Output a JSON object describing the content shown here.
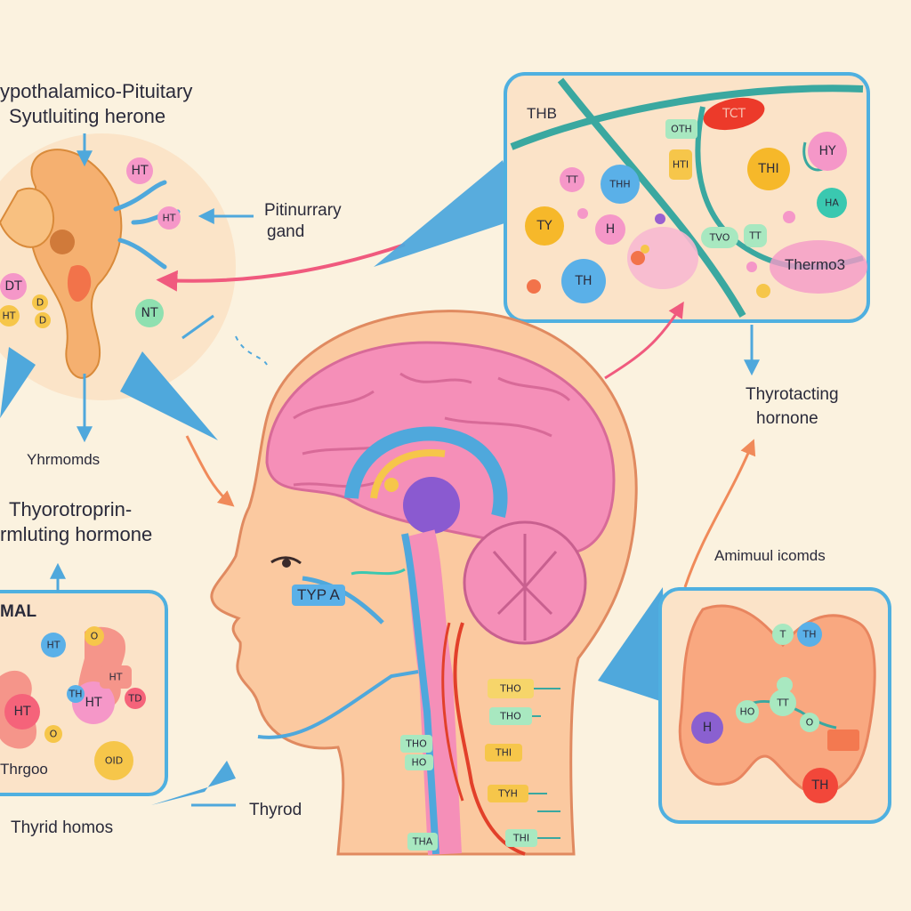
{
  "labels": {
    "hypothalamic_1": "ypothalamico-Pituitary",
    "hypothalamic_2": "Syutluiting herone",
    "pituitary_1": "Pitinurrary",
    "pituitary_2": "gand",
    "yhrmomds": "Yhrmomds",
    "thyrotropin_1": "Thyorotroprin-",
    "thyrotropin_2": "rmluting hormone",
    "mal": "MAL",
    "thrgoo": "Thrgoo",
    "thyrid_homos": "Thyrid homos",
    "thyrod": "Thyrod",
    "thyrotacting_1": "Thyrotacting",
    "thyrotacting_2": "hornone",
    "amimuul": "Amimuul icomds",
    "thb": "THB",
    "thermos": "Thermo3",
    "typa": "TYP A"
  },
  "molecules": {
    "top_left": [
      "HT",
      "HT",
      "DT",
      "HT",
      "D",
      "D",
      "NT"
    ],
    "top_right": [
      "TCT",
      "OTH",
      "HTI",
      "TT",
      "THH",
      "THI",
      "HY",
      "TY",
      "H",
      "TH",
      "TVO",
      "TT",
      "HA"
    ],
    "bottom_left": [
      "HT",
      "HT",
      "HT",
      "HT",
      "O",
      "TD",
      "O",
      "OID",
      "TH"
    ],
    "bottom_right": [
      "T",
      "TH",
      "H",
      "HO",
      "TT",
      "O",
      "TH"
    ],
    "neck": [
      "THO",
      "THO",
      "THO",
      "THI",
      "HO",
      "TYH",
      "THA",
      "THI"
    ]
  },
  "colors": {
    "background": "#fbf2df",
    "panel_border": "#4fb0e0",
    "arrow_blue": "#4fa8dc",
    "arrow_pink": "#f05a7e",
    "brain_pink": "#f58fb8",
    "skin": "#fbc9a0"
  }
}
